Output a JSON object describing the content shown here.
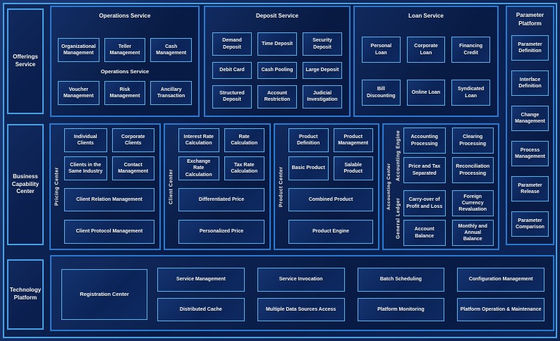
{
  "palette": {
    "frame_border": "#4fa0e0",
    "section_border": "#2b7ad2",
    "item_border": "#5fb2ea",
    "background": "#0b2253",
    "text": "#ffffff"
  },
  "left_rail": [
    "Offerings Service",
    "Business Capability Center",
    "Technology Platform"
  ],
  "operations": {
    "title": "Operations Service",
    "mid_title": "Operations Service",
    "row1": [
      "Organizational Management",
      "Teller Management",
      "Cash Management"
    ],
    "row2": [
      "Voucher Management",
      "Risk Management",
      "Ancillary Transaction"
    ]
  },
  "deposit": {
    "title": "Deposit Service",
    "items": [
      "Demand Deposit",
      "Time Deposit",
      "Security Deposit",
      "Debit Card",
      "Cash Pooling",
      "Large Deposit",
      "Structured Deposit",
      "Account Restriction",
      "Judicial Investigation"
    ]
  },
  "loan": {
    "title": "Loan Service",
    "items": [
      "Personal Loan",
      "Corporate Loan",
      "Financing Credit",
      "Bill Discounting",
      "Online Loan",
      "Syndicated Loan"
    ]
  },
  "parameter": {
    "title": "Parameter Platform",
    "items": [
      "Parameter Definition",
      "Interface Definition",
      "Change Management",
      "Process Management",
      "Parameter Release",
      "Parameter Comparison"
    ]
  },
  "pricing": {
    "label": "Pricing Center",
    "small": [
      "Individual Clients",
      "Corporate Clients",
      "Clients in the Same Industry",
      "Contact Management"
    ],
    "wide": [
      "Client Relation Management",
      "Client Protocol Management"
    ]
  },
  "client": {
    "label": "Client Center",
    "small": [
      "Interest Rate Calculation",
      "Rate Calculation",
      "Exchange Rate Calculation",
      "Tax Rate Calculation"
    ],
    "wide": [
      "Differentiated Price",
      "Personalized Price"
    ]
  },
  "product": {
    "label": "Product Center",
    "small": [
      "Product Definition",
      "Product Management",
      "Basic Product",
      "Salable Product"
    ],
    "wide": [
      "Combined Product",
      "Product Engine"
    ]
  },
  "accounting": {
    "label": "Accounting Center",
    "engine": {
      "label": "Accounting Engine",
      "items": [
        "Accounting Processing",
        "Clearing Processing",
        "Price and Tax Separated",
        "Reconciliation Processing"
      ]
    },
    "ledger": {
      "label": "General Ledger",
      "items": [
        "Carry-over of Profit and Loss",
        "Foreign Currency Revaluation",
        "Account Balance",
        "Monthly and Annual Balance"
      ]
    }
  },
  "technology": {
    "registration": "Registration Center",
    "row1": [
      "Service Management",
      "Service Invocation",
      "Batch Scheduling",
      "Configuration Management"
    ],
    "row2": [
      "Distributed Cache",
      "Multiple Data Sources Access",
      "Platform Monitoring",
      "Platform Operation & Maintenance"
    ]
  }
}
